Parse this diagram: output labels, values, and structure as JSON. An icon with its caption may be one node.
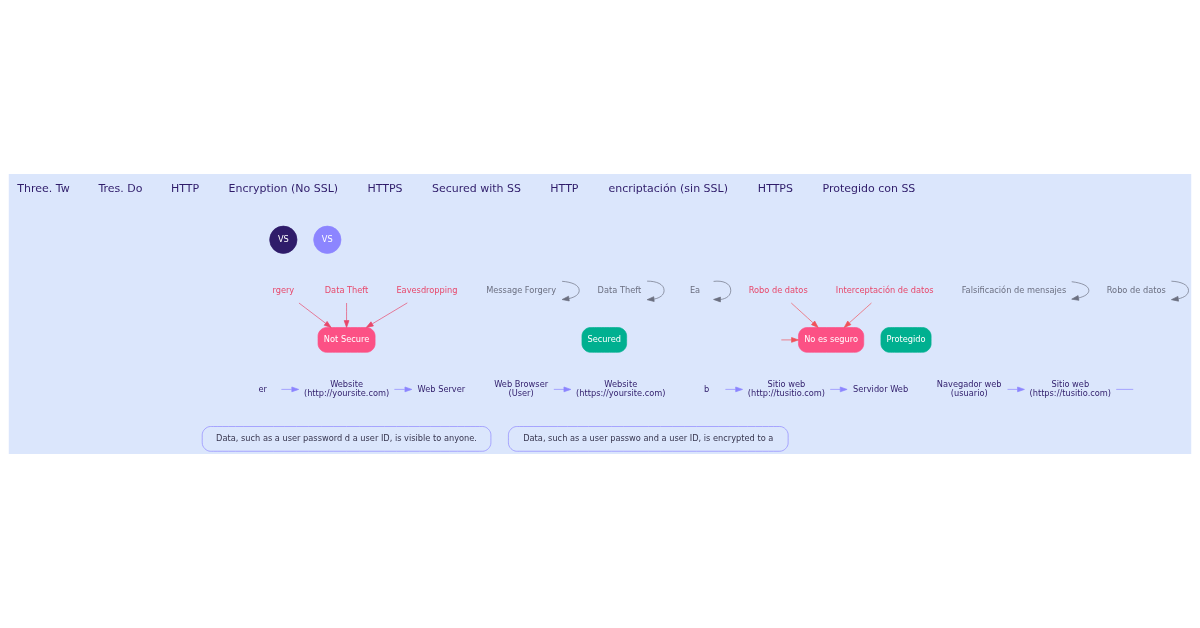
{
  "diagram": {
    "nodes": [
      {
        "text": [
          "VS"
        ]
      },
      {
        "text": [
          "VS"
        ]
      },
      {
        "text": [
          "rgery"
        ]
      },
      {
        "text": [
          "Data Theft"
        ]
      },
      {
        "text": [
          "Eavesdropping"
        ]
      },
      {
        "text": [
          "Not Secure"
        ]
      },
      {
        "text": [
          "er"
        ]
      },
      {
        "text": [
          "Website",
          "(http://yoursite.com)"
        ]
      },
      {
        "text": [
          "Web Server"
        ]
      },
      {
        "text": [
          "Data, such as a user password d a user ID, is visible to anyone."
        ]
      },
      {
        "text": [
          "Message Forgery"
        ]
      },
      {
        "text": [
          "Data Theft"
        ]
      },
      {
        "text": [
          "Ea"
        ]
      },
      {
        "text": [
          "Secured"
        ]
      },
      {
        "text": [
          "Web Browser",
          "(User)"
        ]
      },
      {
        "text": [
          "Website",
          "(https://yoursite.com)"
        ]
      },
      {
        "text": [
          "Data, such as a user passwo and a user ID, is encrypted to a"
        ]
      },
      {
        "text": [
          "Robo de datos"
        ]
      },
      {
        "text": [
          "Interceptación de datos"
        ]
      },
      {
        "text": [
          "No es seguro"
        ]
      },
      {
        "text": [
          "b"
        ]
      },
      {
        "text": [
          "Sitio web",
          "(http://tusitio.com)"
        ]
      },
      {
        "text": [
          "Servidor Web"
        ]
      },
      {
        "text": [
          "Falsificación de mensajes"
        ]
      },
      {
        "text": [
          "Robo de datos"
        ]
      },
      {
        "text": [
          "Protegido"
        ]
      },
      {
        "text": [
          "Navegador web",
          "(usuario)"
        ]
      },
      {
        "text": [
          "Sitio web",
          "(https://tusitio.com)"
        ]
      }
    ],
    "edges": [
      {
        "from": 2,
        "to": 5,
        "arrow": "to",
        "color": "#e8476a"
      },
      {
        "from": 3,
        "to": 5,
        "arrow": "to",
        "color": "#e8476a"
      },
      {
        "from": 4,
        "to": 5,
        "arrow": "to",
        "color": "#e8476a"
      },
      {
        "from": 6,
        "to": 7,
        "arrow": "to"
      },
      {
        "from": 7,
        "to": 8,
        "arrow": "to"
      },
      {
        "from": 10,
        "to": 10,
        "arrow": "to",
        "color": "#6b6f80"
      },
      {
        "from": 11,
        "to": 11,
        "arrow": "to",
        "color": "#6b6f80"
      },
      {
        "from": 12,
        "to": 12,
        "arrow": "to",
        "color": "#6b6f80"
      },
      {
        "from": 14,
        "to": 15,
        "arrow": "to"
      },
      {
        "from": 17,
        "to": 19,
        "arrow": "to",
        "color": "#f0525a"
      },
      {
        "from": 18,
        "to": 19,
        "arrow": "to",
        "color": "#f0525a"
      },
      {
        "from": null,
        "to": 19,
        "arrow": "to",
        "color": "#f0525a"
      },
      {
        "from": 20,
        "to": 21,
        "arrow": "to"
      },
      {
        "from": 21,
        "to": 22,
        "arrow": "to"
      },
      {
        "from": 23,
        "to": 23,
        "arrow": "to",
        "color": "#6b6f80"
      },
      {
        "from": 24,
        "to": 24,
        "arrow": "to",
        "color": "#6b6f80"
      },
      {
        "from": 26,
        "to": 27,
        "arrow": "to"
      },
      {
        "from": 27,
        "to": null,
        "arrow": "none"
      }
    ],
    "labels": [
      "Three. Tw",
      "Tres. Do",
      "HTTP",
      "Encryption (No SSL)",
      "HTTPS",
      "Secured with SS",
      "HTTP",
      "encriptación (sin SSL)",
      "HTTPS",
      "Protegido con SS"
    ]
  }
}
